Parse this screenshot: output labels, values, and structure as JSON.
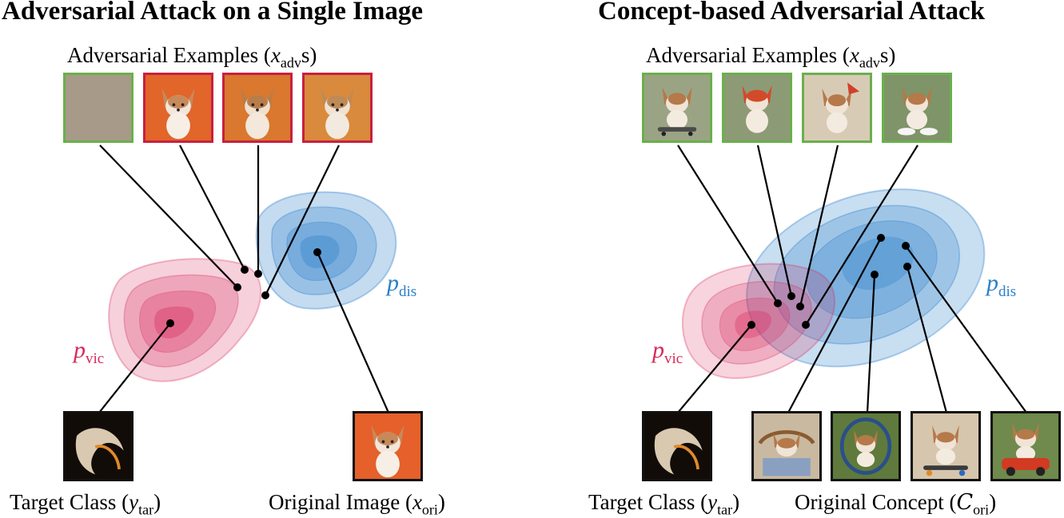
{
  "left_panel": {
    "title": "Adversarial Attack on a Single Image",
    "top_caption": {
      "text": "Adversarial Examples (",
      "var": "x",
      "sub": "adv",
      "tail": "s)"
    },
    "bottom_left_caption": {
      "text": "Target Class (",
      "var": "y",
      "sub": "tar",
      "tail": ")"
    },
    "bottom_right_caption": {
      "text": "Original Image (",
      "var": "x",
      "sub": "ori",
      "tail": ")"
    },
    "vic_label": {
      "var": "p",
      "sub": "vic"
    },
    "dis_label": {
      "var": "p",
      "sub": "dis"
    }
  },
  "right_panel": {
    "title": "Concept-based Adversarial Attack",
    "top_caption": {
      "text": "Adversarial Examples (",
      "var": "x",
      "sub": "adv",
      "tail": "s)"
    },
    "bottom_left_caption": {
      "text": "Target Class (",
      "var": "y",
      "sub": "tar",
      "tail": ")"
    },
    "bottom_right_caption": {
      "text": "Original Concept (",
      "var": "C",
      "sub": "ori",
      "tail": ")"
    },
    "vic_label": {
      "var": "p",
      "sub": "vic"
    },
    "dis_label": {
      "var": "p",
      "sub": "dis"
    }
  },
  "colors": {
    "vic": "#d6295a",
    "dis": "#2a7fc8",
    "success_border": "#6ab04c",
    "fail_border": "#c8203f",
    "neutral_border": "#111111"
  }
}
